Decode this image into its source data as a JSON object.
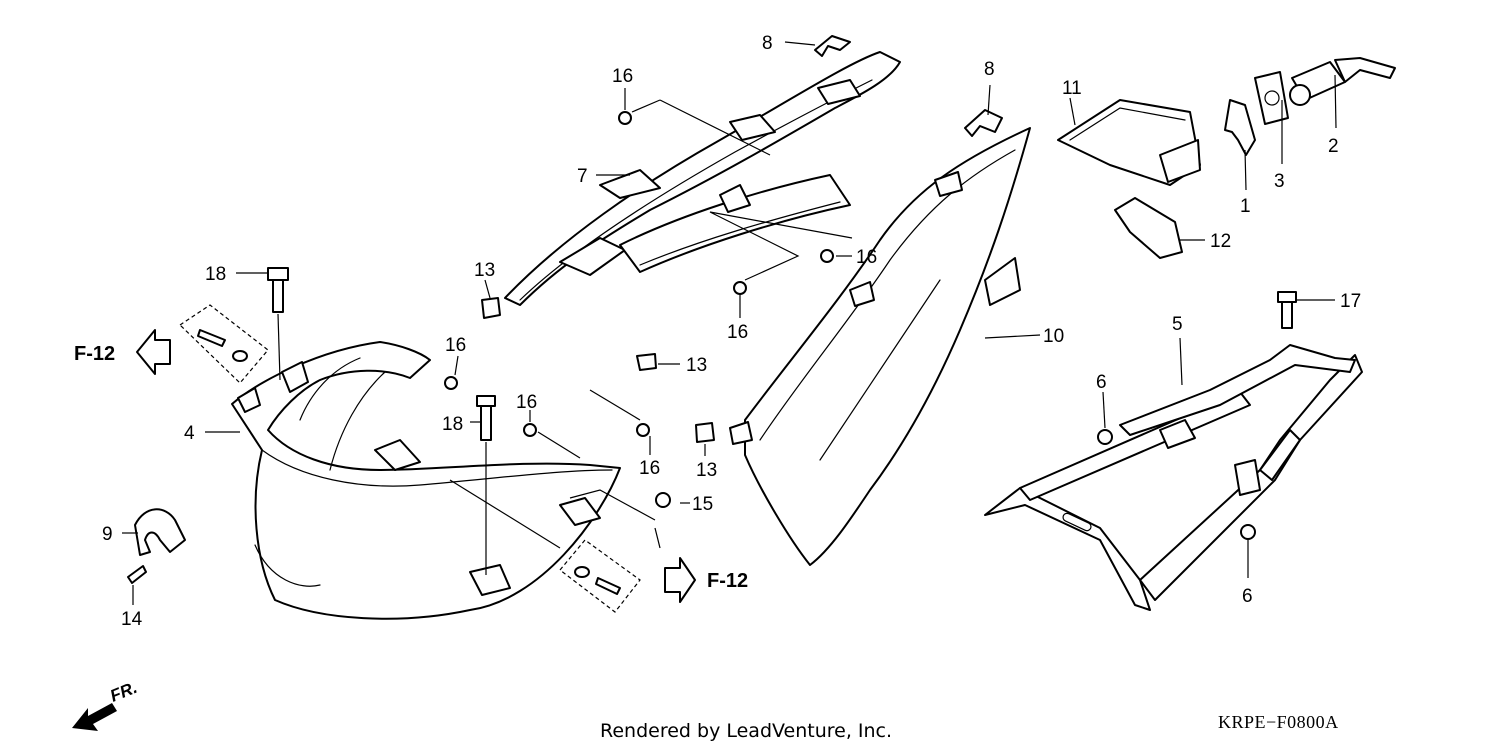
{
  "callouts": {
    "c1": "1",
    "c2": "2",
    "c3": "3",
    "c4": "4",
    "c5": "5",
    "c6a": "6",
    "c6b": "6",
    "c7": "7",
    "c8a": "8",
    "c8b": "8",
    "c9": "9",
    "c10": "10",
    "c11": "11",
    "c12": "12",
    "c13a": "13",
    "c13b": "13",
    "c13c": "13",
    "c14": "14",
    "c15": "15",
    "c16a": "16",
    "c16b": "16",
    "c16c": "16",
    "c16d": "16",
    "c16e": "16",
    "c16f": "16",
    "c17": "17",
    "c18a": "18",
    "c18b": "18"
  },
  "refs": {
    "left": "F-12",
    "right": "F-12"
  },
  "front_indicator": "FR.",
  "footer": {
    "credit": "Rendered by LeadVenture, Inc.",
    "diagram_code": "KRPE−F0800A"
  }
}
